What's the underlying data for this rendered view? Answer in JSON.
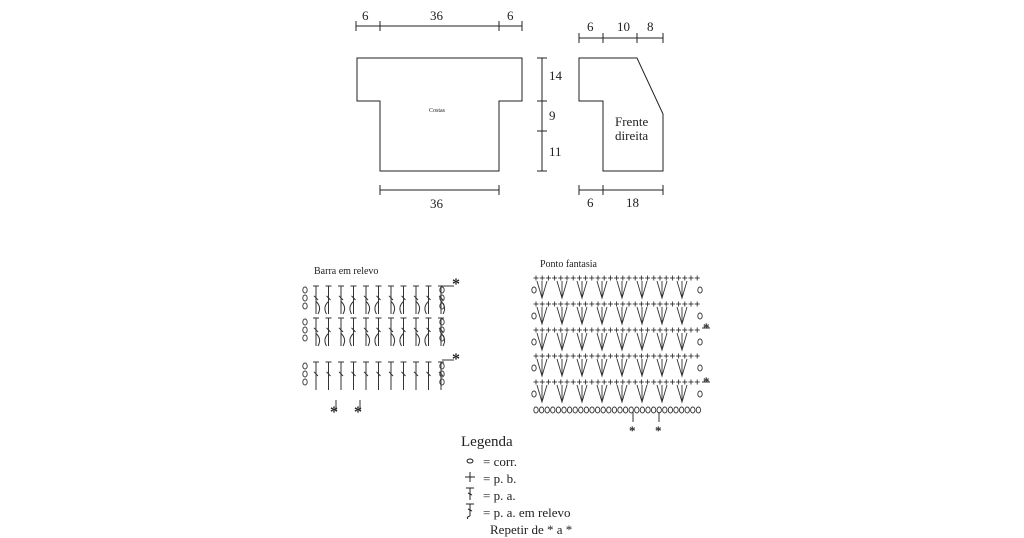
{
  "schematic": {
    "back": {
      "label": "Costas",
      "dims": {
        "left_sleeve": "6",
        "center": "36",
        "right_sleeve": "6",
        "bottom": "36"
      }
    },
    "front": {
      "label_line1": "Frente",
      "label_line2": "direita",
      "dims": {
        "top_a": "6",
        "top_b": "10",
        "top_c": "8",
        "bottom_a": "6",
        "bottom_b": "18"
      }
    },
    "heights": {
      "h1": "14",
      "h2": "9",
      "h3": "11"
    }
  },
  "charts": {
    "relief": {
      "title": "Barra em relevo",
      "star": "*"
    },
    "fancy": {
      "title": "Ponto fantasia",
      "star": "*"
    }
  },
  "legend": {
    "title": "Legenda",
    "items": [
      {
        "icon": "chain-symbol-icon",
        "text": "= corr."
      },
      {
        "icon": "single-crochet-symbol-icon",
        "text": "= p. b."
      },
      {
        "icon": "double-crochet-symbol-icon",
        "text": "= p. a."
      },
      {
        "icon": "relief-double-crochet-symbol-icon",
        "text": "= p. a. em relevo"
      }
    ],
    "repeat_note": "Repetir de * a *"
  },
  "colors": {
    "ink": "#222222",
    "background": "#ffffff"
  }
}
